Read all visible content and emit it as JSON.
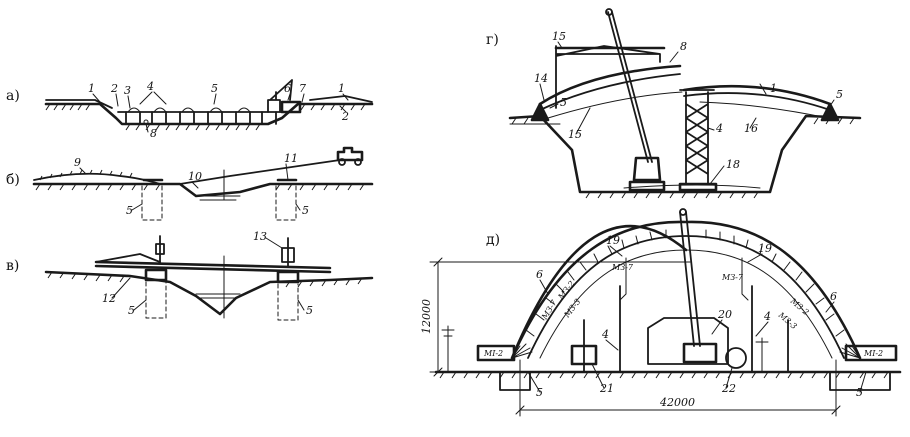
{
  "panels": {
    "a": "а)",
    "b": "б)",
    "v": "в)",
    "g": "г)",
    "d": "д)"
  },
  "callouts_a": [
    "1",
    "2",
    "3",
    "4",
    "5",
    "6",
    "7",
    "1",
    "2",
    "8"
  ],
  "callouts_b": [
    "9",
    "10",
    "11",
    "5",
    "5"
  ],
  "callouts_v": [
    "13",
    "12",
    "5",
    "5"
  ],
  "callouts_g": [
    "15",
    "8",
    "14",
    "5",
    "15",
    "4",
    "1",
    "16",
    "5",
    "18"
  ],
  "callouts_d": [
    "19",
    "19",
    "6",
    "6",
    "4",
    "4",
    "20",
    "21",
    "22",
    "5",
    "5"
  ],
  "segments_d": [
    "МЗ-7",
    "МЗ-2",
    "МЗ-3",
    "МЗ-7",
    "МЗ-7",
    "МЗ-3",
    "МЗ-2",
    "МI-2",
    "МI-2"
  ],
  "dimensions": {
    "height": "12000",
    "span": "42000"
  }
}
